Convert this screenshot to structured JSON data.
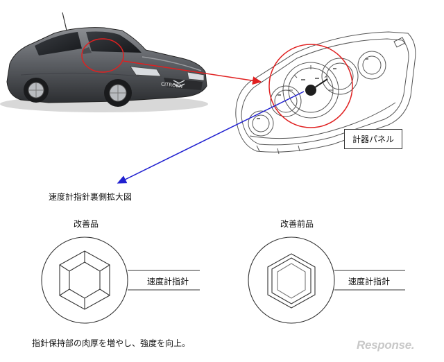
{
  "labels": {
    "instrument_panel": "計器パネル",
    "speedometer_back_enlarged": "速度計指針裏側拡大図",
    "improved": "改善品",
    "before_improvement": "改善前品",
    "pointer_left": "速度計指針",
    "pointer_right": "速度計指針",
    "caption": "指針保持部の肉厚を増やし、強度を向上。"
  },
  "car": {
    "badge": "CITROËN"
  },
  "watermark": "Response."
}
